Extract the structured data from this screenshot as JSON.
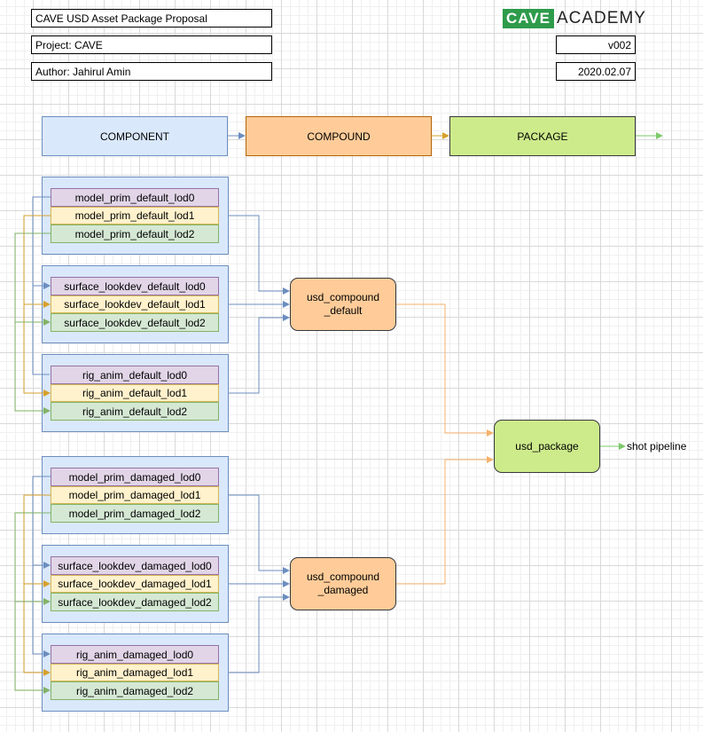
{
  "header": {
    "title": "CAVE USD Asset Package Proposal",
    "project": "Project: CAVE",
    "author": "Author: Jahirul Amin",
    "version": "v002",
    "date": "2020.02.07",
    "logo_mark": "CAVE",
    "logo_word": "ACADEMY"
  },
  "legend": {
    "component": "COMPONENT",
    "compound": "COMPOUND",
    "package": "PACKAGE"
  },
  "default_set": {
    "model": [
      "model_prim_default_lod0",
      "model_prim_default_lod1",
      "model_prim_default_lod2"
    ],
    "surface": [
      "surface_lookdev_default_lod0",
      "surface_lookdev_default_lod1",
      "surface_lookdev_default_lod2"
    ],
    "rig": [
      "rig_anim_default_lod0",
      "rig_anim_default_lod1",
      "rig_anim_default_lod2"
    ]
  },
  "damaged_set": {
    "model": [
      "model_prim_damaged_lod0",
      "model_prim_damaged_lod1",
      "model_prim_damaged_lod2"
    ],
    "surface": [
      "surface_lookdev_damaged_lod0",
      "surface_lookdev_damaged_lod1",
      "surface_lookdev_damaged_lod2"
    ],
    "rig": [
      "rig_anim_damaged_lod0",
      "rig_anim_damaged_lod1",
      "rig_anim_damaged_lod2"
    ]
  },
  "nodes": {
    "compound_default": "usd_compound\n_default",
    "compound_damaged": "usd_compound\n_damaged",
    "package": "usd_package",
    "output": "shot pipeline"
  },
  "colors": {
    "blue_edge": "#6c8ebf",
    "orange_edge": "#f5b26b",
    "gold_edge": "#d6a12b",
    "green_edge": "#82b366",
    "bright_green_edge": "#7ec96a"
  }
}
